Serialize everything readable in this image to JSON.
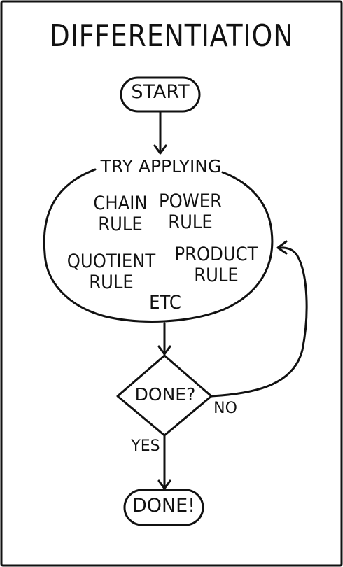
{
  "title": "DIFFERENTIATION",
  "nodes": {
    "start": "START",
    "process_header": "TRY APPLYING",
    "rules": [
      "CHAIN\nRULE",
      "POWER\nRULE",
      "QUOTIENT\nRULE",
      "PRODUCT\nRULE",
      "ETC"
    ],
    "decision": "DONE?",
    "end": "DONE!"
  },
  "edges": {
    "no": "NO",
    "yes": "YES"
  }
}
